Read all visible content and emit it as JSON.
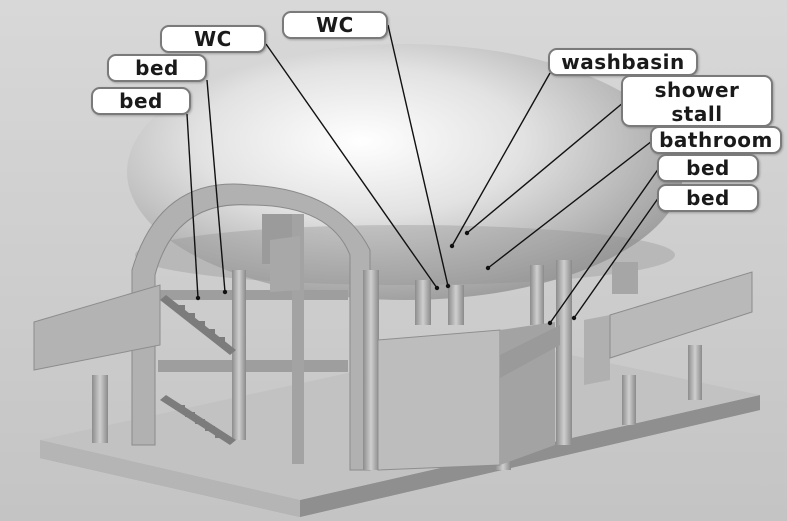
{
  "labels": {
    "wc_left": "WC",
    "wc_right": "WC",
    "bed_top_left": "bed",
    "bed_left": "bed",
    "washbasin": "washbasin",
    "shower_stall": "shower stall",
    "bathroom": "bathroom",
    "bed_right_upper": "bed",
    "bed_right_lower": "bed"
  },
  "colors": {
    "background": "#d0d0d0",
    "dome": "#e6e6e6",
    "structure": "#a9a9a9",
    "label_fill": "#ffffff",
    "leader_line": "#111111"
  }
}
